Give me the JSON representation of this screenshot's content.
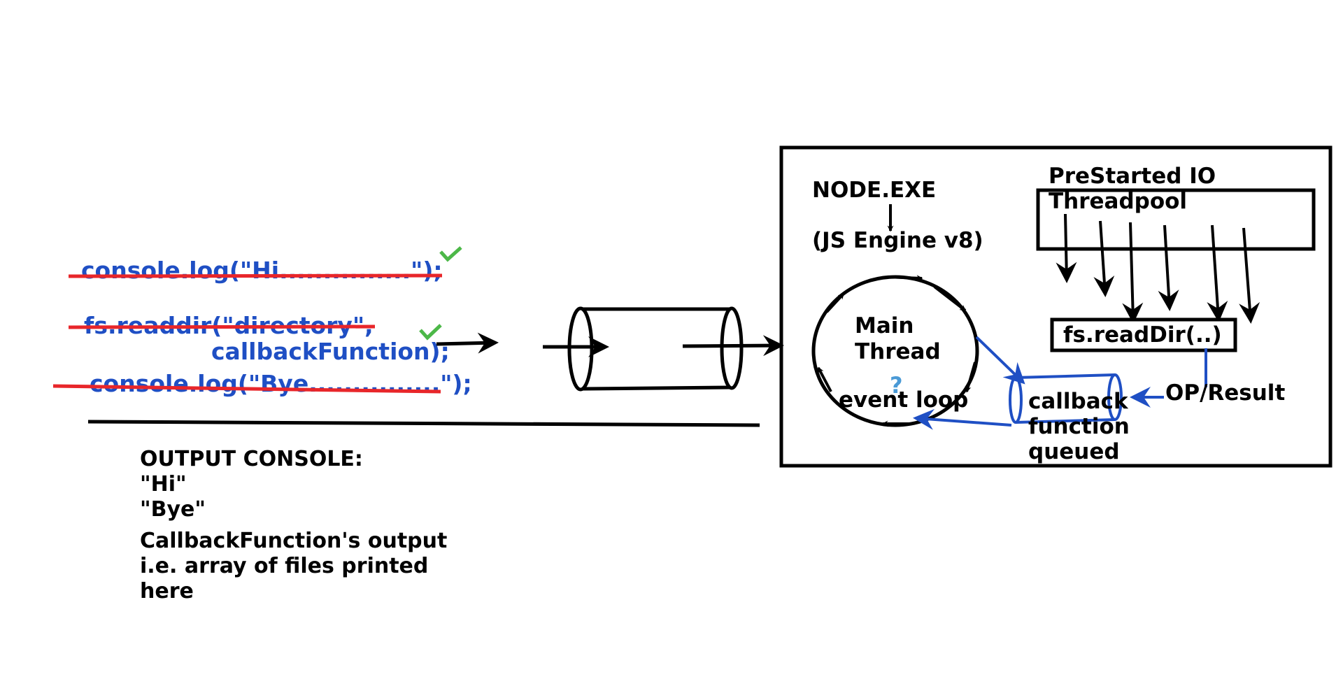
{
  "code": {
    "line1": "console.log(\"Hi...............\");",
    "line2": "fs.readdir(\"directory\",",
    "line3": "callbackFunction);",
    "line4": "console.log(\"Bye...............\");"
  },
  "output": {
    "heading": "OUTPUT CONSOLE:",
    "line1": "\"Hi\"",
    "line2": "\"Bye\"",
    "note1": "CallbackFunction's output",
    "note2": "i.e. array of files printed",
    "note3": "here"
  },
  "node": {
    "title": "NODE.EXE",
    "engine": "(JS Engine v8)",
    "main_thread_1": "Main",
    "main_thread_2": "Thread",
    "question": "?",
    "event_loop": "event loop",
    "pool_title_1": "PreStarted IO",
    "pool_title_2": "Threadpool",
    "readdir_box": "fs.readDir(..)",
    "op_result": "OP/Result",
    "queue_1": "callback",
    "queue_2": "function",
    "queue_3": "queued"
  },
  "colors": {
    "ink": "#000000",
    "code_blue": "#1f4fc4",
    "strike_red": "#e8262a",
    "check_green": "#4cb848",
    "question_blue": "#4a9ad6"
  }
}
